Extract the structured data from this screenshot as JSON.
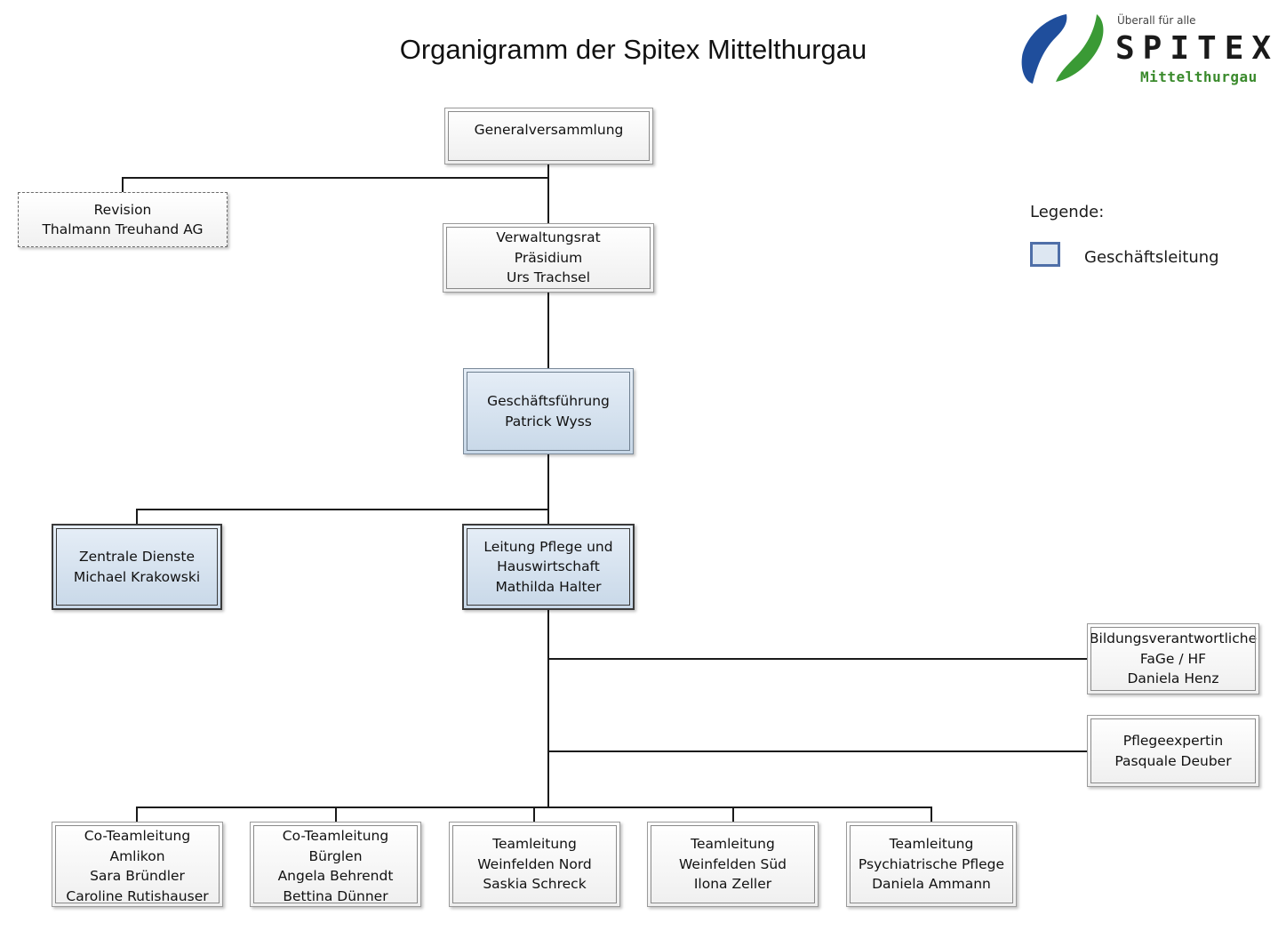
{
  "title": "Organigramm der Spitex Mittelthurgau",
  "logo": {
    "tagline": "Überall für alle",
    "name": "SPITEX",
    "region": "Mittelthurgau",
    "colors": {
      "blue": "#1f4e9c",
      "green": "#3a9a35"
    }
  },
  "legend": {
    "title": "Legende:",
    "items": [
      {
        "label": "Geschäftsleitung",
        "color": "#dde7f2"
      }
    ]
  },
  "nodes": {
    "generalversammlung": {
      "lines": [
        "Generalversammlung"
      ]
    },
    "revision": {
      "lines": [
        "Revision",
        "Thalmann Treuhand AG"
      ]
    },
    "verwaltungsrat": {
      "lines": [
        "Verwaltungsrat",
        "Präsidium",
        "Urs Trachsel"
      ]
    },
    "geschaeftsfuehrung": {
      "lines": [
        "Geschäftsführung",
        "Patrick Wyss"
      ]
    },
    "zentrale_dienste": {
      "lines": [
        "Zentrale Dienste",
        "Michael Krakowski"
      ]
    },
    "leitung_pflege": {
      "lines": [
        "Leitung Pflege und",
        "Hauswirtschaft",
        "Mathilda Halter"
      ]
    },
    "bildung": {
      "lines": [
        "Bildungsverantwortliche",
        "FaGe / HF",
        "Daniela Henz"
      ]
    },
    "pflegeexpertin": {
      "lines": [
        "Pflegeexpertin",
        "Pasquale Deuber"
      ]
    },
    "team_amlikon": {
      "lines": [
        "Co-Teamleitung",
        "Amlikon",
        "Sara Bründler",
        "Caroline Rutishauser"
      ]
    },
    "team_buerglen": {
      "lines": [
        "Co-Teamleitung",
        "Bürglen",
        "Angela Behrendt",
        "Bettina Dünner"
      ]
    },
    "team_weinfelden_nord": {
      "lines": [
        "Teamleitung",
        "Weinfelden Nord",
        "Saskia Schreck"
      ]
    },
    "team_weinfelden_sued": {
      "lines": [
        "Teamleitung",
        "Weinfelden Süd",
        "Ilona Zeller"
      ]
    },
    "team_psychiatrie": {
      "lines": [
        "Teamleitung",
        "Psychiatrische Pflege",
        "Daniela Ammann"
      ]
    }
  }
}
